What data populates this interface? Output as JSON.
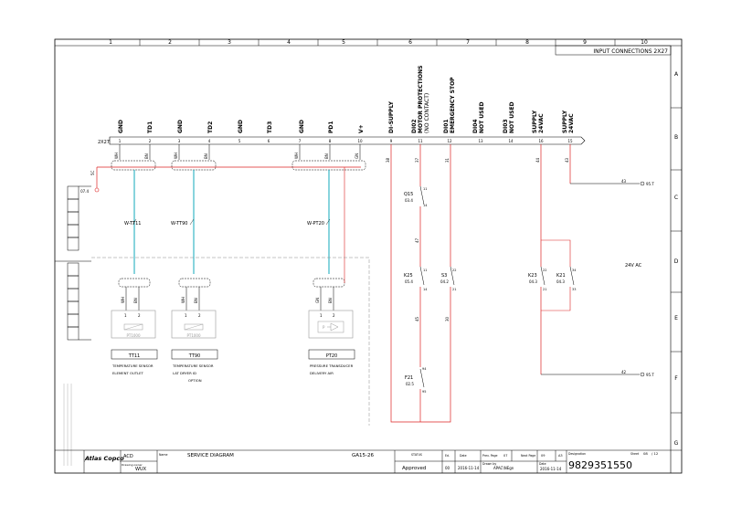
{
  "header": {
    "columns": [
      "1",
      "2",
      "3",
      "4",
      "5",
      "6",
      "7",
      "8",
      "9",
      "10"
    ],
    "title": "INPUT CONNECTIONS 2X27"
  },
  "rows": [
    "A",
    "B",
    "C",
    "D",
    "E",
    "F",
    "G"
  ],
  "terminal_strip": {
    "label": "2X27",
    "terminals": [
      {
        "num": "1",
        "label": "GND"
      },
      {
        "num": "2",
        "label": "TD1"
      },
      {
        "num": "3",
        "label": "GND"
      },
      {
        "num": "4",
        "label": "TD2"
      },
      {
        "num": "5",
        "label": "GND"
      },
      {
        "num": "6",
        "label": "TD3"
      },
      {
        "num": "7",
        "label": "GND"
      },
      {
        "num": "8",
        "label": "PD1"
      },
      {
        "num": "10",
        "label": "V+"
      },
      {
        "num": "9",
        "label": "DI-SUPPLY"
      },
      {
        "num": "11",
        "label": "DI02",
        "label2": "MOTOR PROTECTIONS",
        "label3": "(NO CONTACT)"
      },
      {
        "num": "12",
        "label": "DI01",
        "label2": "EMERGENCY STOP"
      },
      {
        "num": "13",
        "label": "DI04",
        "label2": "NOT USED"
      },
      {
        "num": "14",
        "label": "DI03",
        "label2": "NOT USED"
      },
      {
        "num": "16",
        "label": "SUPPLY",
        "label2": "24VAC"
      },
      {
        "num": "15",
        "label": "SUPPLY",
        "label2": "24VAC"
      }
    ]
  },
  "cables": {
    "c1": "W-TT11",
    "c2": "W-TT90",
    "c3": "W-PT20"
  },
  "wire_colors": {
    "wh": "WH",
    "bn": "BN",
    "gn": "GN"
  },
  "misc": {
    "w5c": "5C",
    "ref07": "07.4",
    "q15": "Q15",
    "q15ref": "03.4",
    "k25": "K25",
    "k25ref": "05.4",
    "s3": "S3",
    "s3ref": "04.2",
    "k23": "K23",
    "k23ref": "04.3",
    "k21": "K21",
    "k21ref": "04.3",
    "f21": "F21",
    "f21ref": "02.5",
    "v24": "24V AC",
    "w43": "43",
    "w42": "42",
    "ref95t": "95.T",
    "n38": "38",
    "n37": "37",
    "n31": "31",
    "n44": "44",
    "n43": "43",
    "n11": "11",
    "n14": "14",
    "n47": "47",
    "n32": "32",
    "n41": "41",
    "n22": "22",
    "n21": "21",
    "n34": "34",
    "n33": "33",
    "n45": "45",
    "n30": "30",
    "n94": "94",
    "n95": "95"
  },
  "sensors": [
    {
      "id": "TT11",
      "pin1": "1",
      "pin2": "2",
      "model": "PT1000",
      "desc1": "TEMPERATURE SENSOR",
      "desc2": "ELEMENT OUTLET",
      "desc3": ""
    },
    {
      "id": "TT90",
      "pin1": "1",
      "pin2": "2",
      "model": "PT1000",
      "desc1": "TEMPERATURE SENSOR",
      "desc2": "LAT DRYER ID",
      "desc3": "OPTION"
    },
    {
      "id": "PT20",
      "pin1": "1",
      "pin2": "2",
      "model": "P",
      "desc1": "PRESSURE TRANSDUCER",
      "desc2": "DELIVERY AIR",
      "desc3": ""
    }
  ],
  "title_block": {
    "logo": "Atlas Copco",
    "acd": "ACD",
    "drawing_owner_label": "Drawing owner",
    "drawing_owner": "WUX",
    "name_label": "Name",
    "name": "SERVICE DIAGRAM",
    "model": "GA15-26",
    "status_label": "STATUS",
    "status": "Approved",
    "ed_label": "Ed.",
    "ed": "00",
    "date_label": "Date",
    "date": "2016-11-14",
    "prev_page_label": "Prev. Page",
    "prev_page": "07",
    "next_page_label": "Next Page",
    "next_page": "09",
    "size": "A3",
    "drawn_label": "Drawn by",
    "drawn": "APAC\\NEgn",
    "date2_label": "Date",
    "date2": "2016-11-14",
    "designation_label": "Designation",
    "designation": "9829351550",
    "sheet_label": "Sheet",
    "sheet": "08",
    "sheet_total": "/ 12"
  }
}
